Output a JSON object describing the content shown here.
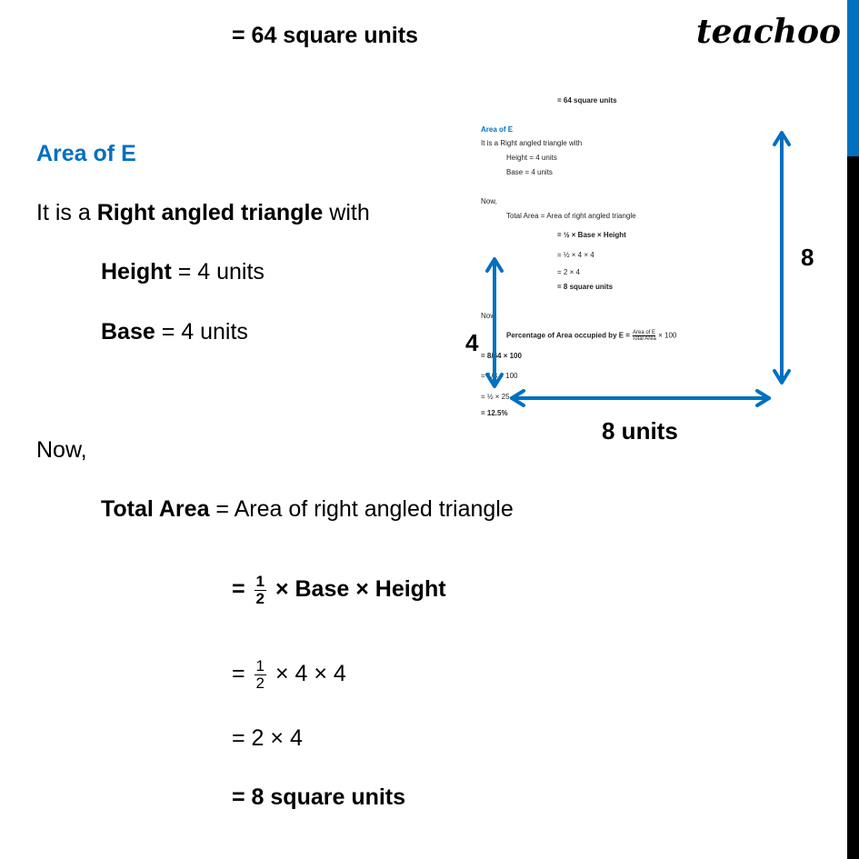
{
  "logo": "teachoo",
  "colors": {
    "accent": "#0070c0",
    "scrollbar_thumb": "#0070c0",
    "scrollbar_track": "#000000"
  },
  "main": {
    "prev_result": "= 64 square units",
    "heading": "Area of E",
    "intro_pre": "It is a ",
    "intro_bold": "Right angled triangle",
    "intro_post": " with",
    "height_label": "Height",
    "height_value": " = 4 units",
    "base_label": "Base",
    "base_value": " = 4 units",
    "now": "Now,",
    "total_label": "Total Area",
    "total_value": " = Area of right angled triangle",
    "step1_eq": "= ",
    "step1_num": "1",
    "step1_den": "2",
    "step1_rest": " × Base × Height",
    "step2_eq": "= ",
    "step2_num": "1",
    "step2_den": "2",
    "step2_rest": " × 4 × 4",
    "step3": "= 2 × 4",
    "step4": "= 8 square units"
  },
  "figure": {
    "thumb": {
      "prev_result": "= 64 square units",
      "heading": "Area of E",
      "intro": "It is a Right angled triangle with",
      "height": "Height = 4 units",
      "base": "Base = 4 units",
      "now": "Now,",
      "total": "Total Area = Area of right angled triangle",
      "step1": "= ½ × Base × Height",
      "step2": "= ½ × 4 × 4",
      "step3": "= 2 × 4",
      "step4": "= 8 square units",
      "now2": "Now,",
      "pct_label": "Percentage of Area occupied by E = ",
      "pct_num": "Area of E",
      "pct_den": "Total Area",
      "pct_rest": " × 100",
      "p1": "= 8/64 × 100",
      "p2": "= 1/8 × 100",
      "p3": "= ½ × 25",
      "p4": "= 12.5%"
    },
    "label_left": "4",
    "label_right": "8",
    "label_bottom": "8 units"
  }
}
